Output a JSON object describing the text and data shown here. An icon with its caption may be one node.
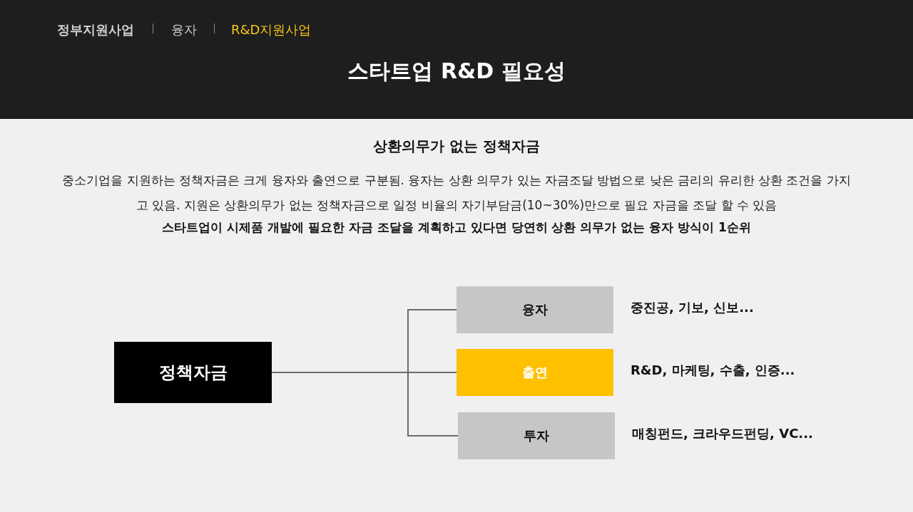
{
  "diagram": {
    "title": "스타트업 R&D 필요성",
    "nodes": [
      {
        "text": [
          "정책자금"
        ]
      },
      {
        "text": [
          "융자"
        ],
        "beside": [
          "중진공, 기보, 신보..."
        ]
      },
      {
        "text": [
          "출연"
        ],
        "beside": [
          "R&D, 마케팅, 수출, 인증..."
        ]
      },
      {
        "text": [
          "투자"
        ],
        "beside": [
          "매칭펀드, 크라우드펀딩, VC..."
        ]
      }
    ],
    "edges": [
      {
        "from": 0,
        "to": 1,
        "arrow": "none"
      },
      {
        "from": 0,
        "to": 2,
        "arrow": "none"
      },
      {
        "from": 0,
        "to": 3,
        "arrow": "none"
      }
    ],
    "labels": [
      "정부지원사업",
      "융자",
      "R&D지원사업",
      "상환의무가 없는 정책자금",
      "중소기업을 지원하는 정책자금은 크게 융자와 출연으로 구분됨. 융자는 상환 의무가 있는 자금조달 방법으로 낮은 금리의 유리한 상환 조건을 가지고 있음. 지원은 상환의무가 없는 정책자금으로 일정 비율의 자기부담금(10~30%)만으로 필요 자금을 조달 할 수 있음",
      "스타트업이 시제품 개발에 필요한 자금 조달을 계획하고 있다면 당연히 상환 의무가 없는 융자 방식이 1순위"
    ]
  }
}
